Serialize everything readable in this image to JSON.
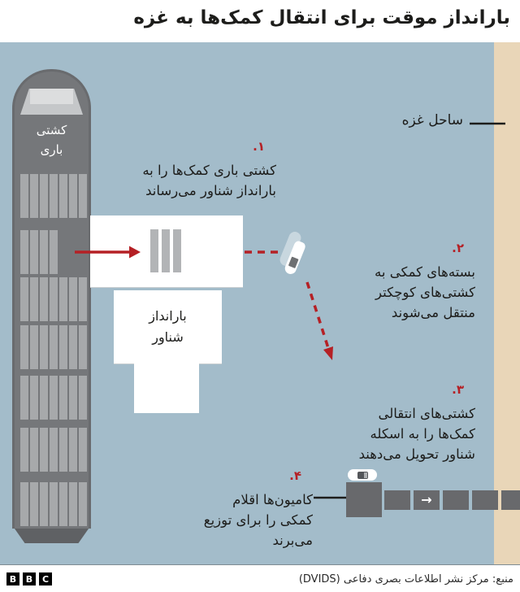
{
  "title": "بارانداز موقت برای انتقال کمک‌ها به غزه",
  "coast_label": "ساحل غزه",
  "ship": {
    "label_line1": "کشتی",
    "label_line2": "باری"
  },
  "pier": {
    "label_line1": "بارانداز",
    "label_line2": "شناور"
  },
  "annotations": [
    {
      "number": "۱.",
      "lines": [
        "کشتی باری کمک‌ها را به",
        "بارانداز شناور می‌رساند"
      ]
    },
    {
      "number": "۲.",
      "lines": [
        "بسته‌های کمکی به",
        "کشتی‌های کوچکتر",
        "منتقل می‌شوند"
      ]
    },
    {
      "number": "۳.",
      "lines": [
        "کشتی‌های انتقالی",
        "کمک‌ها را به اسکله",
        "شناور تحویل می‌دهند"
      ]
    },
    {
      "number": "۴.",
      "lines": [
        "کامیون‌ها اقلام",
        "کمکی را برای توزیع",
        "می‌برند"
      ]
    }
  ],
  "causeway_arrow": "→",
  "footer": {
    "source": "منبع: مرکز نشر اطلاعات بصری دفاعی (DVIDS)",
    "logo_letters": [
      "B",
      "B",
      "C"
    ]
  },
  "colors": {
    "sea": "#a3bcca",
    "coast": "#e9d6b8",
    "ship_body": "#75777a",
    "containers": "#a7a9ab",
    "pier_white": "#ffffff",
    "accent_red": "#b52025",
    "causeway_gray": "#68696c",
    "text_dark": "#1d1d1b"
  }
}
